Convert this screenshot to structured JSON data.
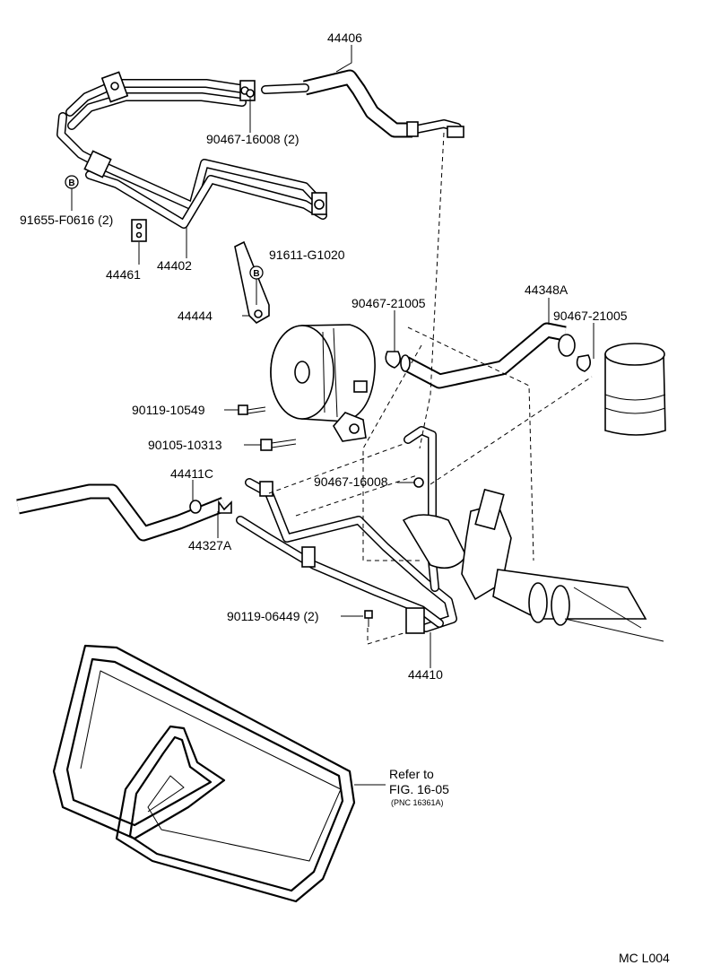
{
  "labels": {
    "p44406": "44406",
    "p90467_16008_2": "90467-16008 (2)",
    "p91655": "91655-F0616 (2)",
    "p44461": "44461",
    "p44402": "44402",
    "p91611": "91611-G1020",
    "p44444": "44444",
    "p90467_21005_a": "90467-21005",
    "p44348A": "44348A",
    "p90467_21005_b": "90467-21005",
    "p90119_10549": "90119-10549",
    "p90105_10313": "90105-10313",
    "p44411C": "44411C",
    "p90467_16008": "90467-16008",
    "p44327A": "44327A",
    "p90119_06449": "90119-06449 (2)",
    "p44410": "44410",
    "refer_1": "Refer to",
    "refer_2": "FIG. 16-05",
    "refer_3": "(PNC 16361A)",
    "corner_code": "MC L004"
  },
  "markers": {
    "circle_b": "B"
  }
}
